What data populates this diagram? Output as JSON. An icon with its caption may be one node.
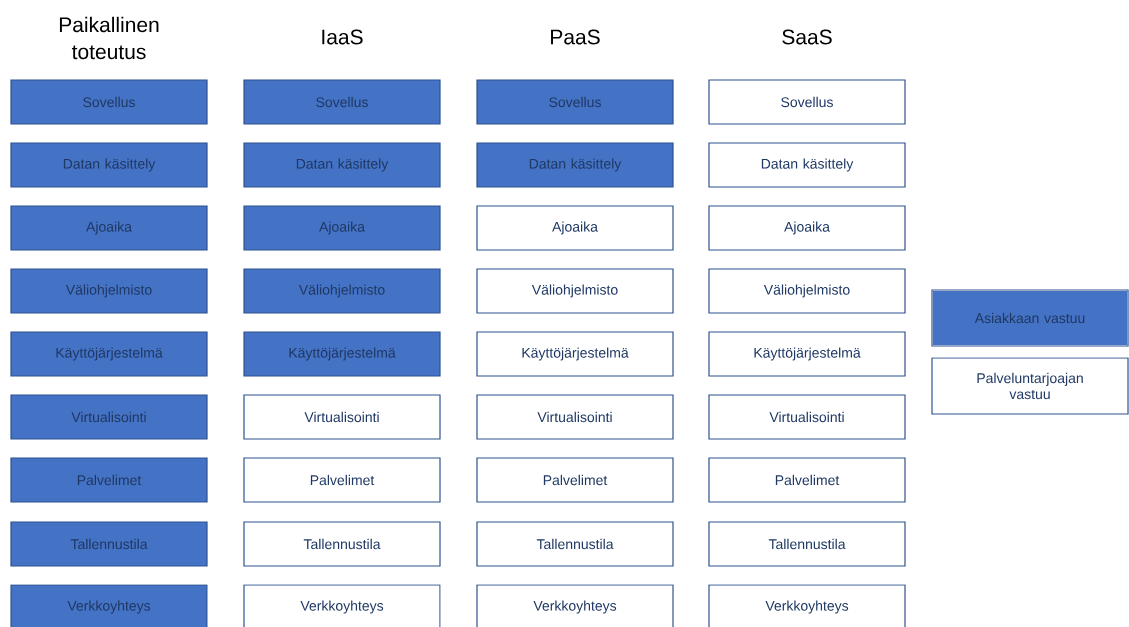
{
  "diagram": {
    "nodes": [
      {
        "text": [
          "Sovellus"
        ]
      },
      {
        "text": [
          "Datan käsittely"
        ]
      },
      {
        "text": [
          "Ajoaika"
        ]
      },
      {
        "text": [
          "Väliohjelmisto"
        ]
      },
      {
        "text": [
          "Käyttöjärjestelmä"
        ]
      },
      {
        "text": [
          "Virtualisointi"
        ]
      },
      {
        "text": [
          "Palvelimet"
        ]
      },
      {
        "text": [
          "Tallennustila"
        ]
      },
      {
        "text": [
          "Verkkoyhteys"
        ]
      },
      {
        "text": [
          "Sovellus"
        ]
      },
      {
        "text": [
          "Datan käsittely"
        ]
      },
      {
        "text": [
          "Ajoaika"
        ]
      },
      {
        "text": [
          "Väliohjelmisto"
        ]
      },
      {
        "text": [
          "Käyttöjärjestelmä"
        ]
      },
      {
        "text": [
          "Virtualisointi"
        ]
      },
      {
        "text": [
          "Palvelimet"
        ]
      },
      {
        "text": [
          "Tallennustila"
        ]
      },
      {
        "text": [
          "Verkkoyhteys"
        ]
      },
      {
        "text": [
          "Sovellus"
        ]
      },
      {
        "text": [
          "Datan käsittely"
        ]
      },
      {
        "text": [
          "Ajoaika"
        ]
      },
      {
        "text": [
          "Väliohjelmisto"
        ]
      },
      {
        "text": [
          "Käyttöjärjestelmä"
        ]
      },
      {
        "text": [
          "Virtualisointi"
        ]
      },
      {
        "text": [
          "Palvelimet"
        ]
      },
      {
        "text": [
          "Tallennustila"
        ]
      },
      {
        "text": [
          "Verkkoyhteys"
        ]
      },
      {
        "text": [
          "Sovellus"
        ]
      },
      {
        "text": [
          "Datan käsittely"
        ]
      },
      {
        "text": [
          "Ajoaika"
        ]
      },
      {
        "text": [
          "Väliohjelmisto"
        ]
      },
      {
        "text": [
          "Käyttöjärjestelmä"
        ]
      },
      {
        "text": [
          "Virtualisointi"
        ]
      },
      {
        "text": [
          "Palvelimet"
        ]
      },
      {
        "text": [
          "Tallennustila"
        ]
      },
      {
        "text": [
          "Verkkoyhteys"
        ]
      }
    ],
    "edges": [],
    "labels": [
      "Paikallinen toteutus",
      "IaaS",
      "PaaS",
      "SaaS"
    ],
    "legend": [
      {
        "text": "Asiakkaan vastuu",
        "color": "#4472c4"
      },
      {
        "text": "Palveluntarjoajan vastuu",
        "color": "#ffffff"
      }
    ]
  }
}
